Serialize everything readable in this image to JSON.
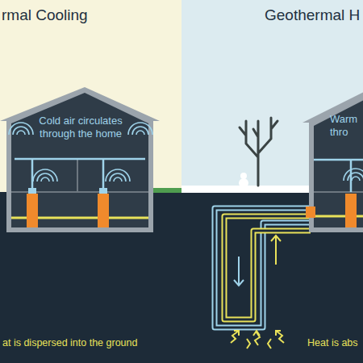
{
  "diagram": {
    "nodes": [
      {
        "text": [
          "Cold air circulates through the home"
        ]
      },
      {
        "text": [
          "Warm thro"
        ]
      }
    ],
    "labels": [
      "rmal Cooling",
      "Geothermal H",
      "at is dispersed into the ground",
      "Heat is abs"
    ]
  }
}
